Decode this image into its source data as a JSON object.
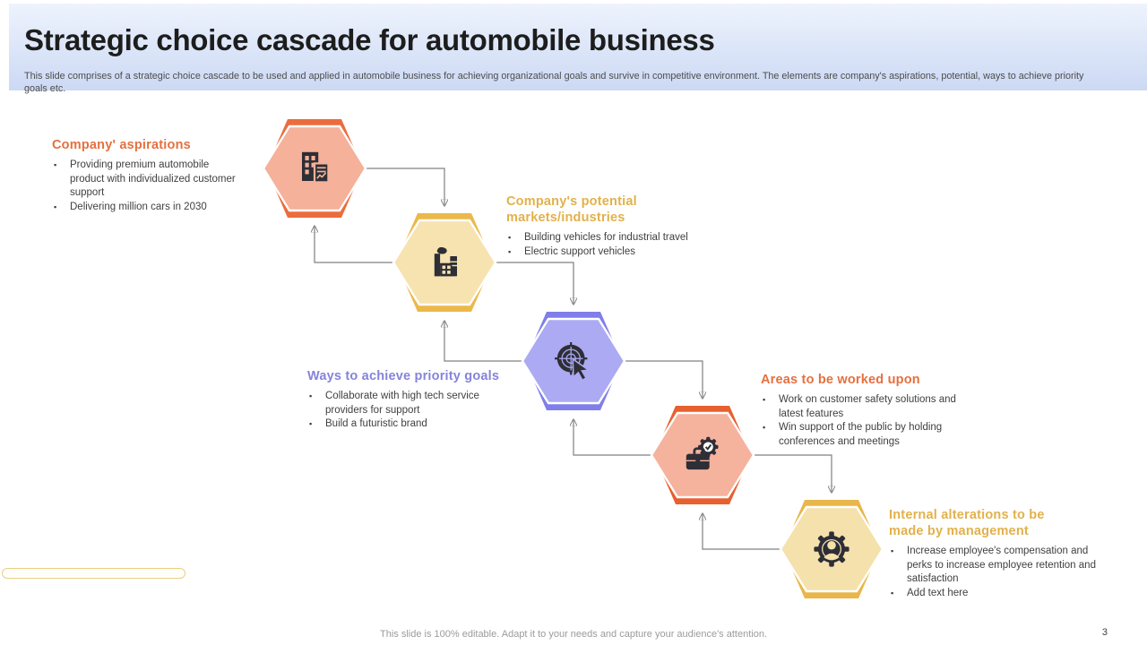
{
  "slide": {
    "title": "Strategic choice cascade for automobile business",
    "subtitle": "This slide comprises of a strategic choice cascade to be used and applied in  automobile  business for achieving organizational goals and survive in competitive environment. The  elements are company's aspirations, potential,  ways to achieve priority goals etc.",
    "footer": "This slide is 100% editable. Adapt it to your needs and capture your audience's attention.",
    "page_number": "3"
  },
  "colors": {
    "header_gradient_top": "#eef3fd",
    "header_gradient_bottom": "#ccd9f4",
    "accent_orange": "#e4703f",
    "accent_gold": "#e2b14b",
    "accent_purple": "#8583dc",
    "connector_gray": "#808080",
    "icon_dark": "#2e2e36"
  },
  "blocks": [
    {
      "heading": "Company' aspirations",
      "accent": "#e4703f",
      "bullets": [
        "Providing  premium  automobile product  with individualized customer support",
        "Delivering  million cars in 2030"
      ]
    },
    {
      "heading": "Company's potential markets/industries",
      "accent": "#e2b14b",
      "bullets": [
        "Building vehicles for industrial travel",
        "Electric support vehicles"
      ]
    },
    {
      "heading": "Ways to achieve priority goals",
      "accent": "#8583dc",
      "bullets": [
        "Collaborate with high tech service providers for support",
        "Build a futuristic brand"
      ]
    },
    {
      "heading": "Areas to be worked upon",
      "accent": "#e4703f",
      "bullets": [
        "Work on customer safety solutions and latest features",
        "Win support of the public by holding conferences  and meetings"
      ]
    },
    {
      "heading": "Internal alterations to be made by management",
      "accent": "#e2b14b",
      "bullets": [
        "Increase  employee's  compensation and  perks to increase  employee retention  and  satisfaction",
        "Add text here"
      ]
    }
  ],
  "hexagons": [
    {
      "icon": "building-chart-icon",
      "outer": "#ec6c3d",
      "inner": "#f5b199"
    },
    {
      "icon": "factory-icon",
      "outer": "#ebb94a",
      "inner": "#f7e3b0"
    },
    {
      "icon": "target-cursor-icon",
      "outer": "#807ee9",
      "inner": "#acaaf2"
    },
    {
      "icon": "toolbox-gear-check-icon",
      "outer": "#e7602f",
      "inner": "#f5b29d"
    },
    {
      "icon": "gear-person-icon",
      "outer": "#e9b64b",
      "inner": "#f5e1ab"
    }
  ]
}
